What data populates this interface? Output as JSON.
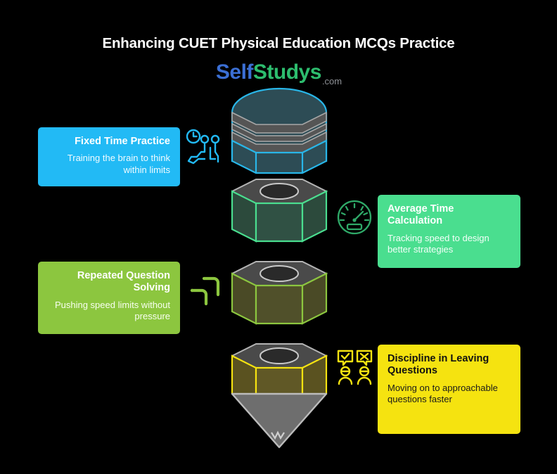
{
  "page": {
    "title": "Enhancing CUET Physical Education MCQs Practice",
    "background_color": "#000000"
  },
  "logo": {
    "part1": "Self",
    "part1_color": "#3b6fd4",
    "part2": "Studys",
    "part2_color": "#2dbd6e",
    "suffix": ".com",
    "suffix_color": "#8e9196"
  },
  "cards": [
    {
      "id": "fixed-time-practice",
      "title": "Fixed Time Practice",
      "description": "Training the brain to think within limits",
      "color": "#22baf5",
      "text_color": "#ffffff",
      "side": "left",
      "icon": "clock-people-icon",
      "icon_color": "#22baf5"
    },
    {
      "id": "average-time-calculation",
      "title": "Average Time Calculation",
      "description": "Tracking speed to design better strategies",
      "color": "#4ade8f",
      "text_color": "#ffffff",
      "side": "right",
      "icon": "speedometer-icon",
      "icon_color": "#2fa968"
    },
    {
      "id": "repeated-question-solving",
      "title": "Repeated Question Solving",
      "description": "Pushing speed limits without pressure",
      "color": "#8cc63f",
      "text_color": "#ffffff",
      "side": "left",
      "icon": "repeat-arrows-icon",
      "icon_color": "#8cc63f"
    },
    {
      "id": "discipline-in-leaving-questions",
      "title": "Discipline in Leaving Questions",
      "description": "Moving on to approachable questions faster",
      "color": "#f5e310",
      "text_color": "#111111",
      "side": "right",
      "icon": "people-check-cross-icon",
      "icon_color": "#f5e310"
    }
  ],
  "funnel": {
    "description": "Stacked hexagonal prism funnel with conical tip",
    "segments": [
      {
        "name": "segment-top",
        "outline_color": "#29b6e8",
        "fill_color": "#2d4c55",
        "band_color": "#555555"
      },
      {
        "name": "segment-second",
        "outline_color": "#4ade8f",
        "fill_color": "#2c4a3c",
        "top_color": "#4a4a4a"
      },
      {
        "name": "segment-third",
        "outline_color": "#8cc63f",
        "fill_color": "#4a4a26",
        "top_color": "#4a4a4a"
      },
      {
        "name": "segment-fourth",
        "outline_color": "#f5e310",
        "fill_color": "#5a5220",
        "top_color": "#4a4a4a"
      }
    ],
    "tip": {
      "name": "funnel-tip",
      "fill_color": "#6e6e6e",
      "outline_color": "#bcbcbc"
    }
  }
}
